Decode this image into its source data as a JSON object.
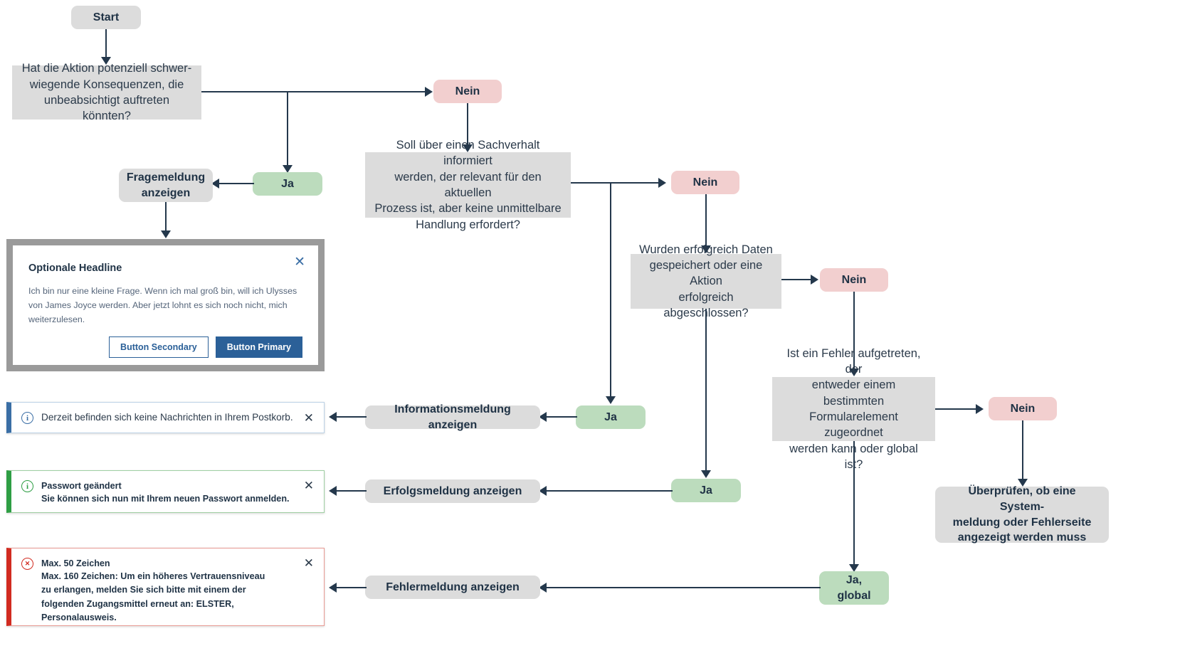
{
  "diagram": {
    "title": "Meldungsarten Entscheidungsbaum",
    "colors": {
      "line": "#24384c",
      "question_box": "#dcdcdc",
      "yes_box": "#bcdcbd",
      "no_box": "#f2cfcf",
      "text": "#1f3245",
      "info_accent": "#3a6ea5",
      "success_accent": "#2e9e44",
      "error_accent": "#d12b20",
      "primary_button": "#2b6098"
    },
    "nodes": {
      "start": "Start",
      "q1": "Hat die Aktion potenziell schwer-\nwiegende Konsequenzen, die\nunbeabsichtigt auftreten könnten?",
      "q1_no": "Nein",
      "q1_yes": "Ja",
      "action_frage": "Fragemeldung\nanzeigen",
      "q2": "Soll über einen Sachverhalt informiert\nwerden, der relevant für den aktuellen\nProzess ist, aber keine unmittelbare\nHandlung erfordert?",
      "q2_no": "Nein",
      "q2_yes": "Ja",
      "action_info": "Informationsmeldung anzeigen",
      "q3": "Wurden erfolgreich Daten\ngespeichert oder eine Aktion\nerfolgreich abgeschlossen?",
      "q3_no": "Nein",
      "q3_yes": "Ja",
      "action_erfolg": "Erfolgsmeldung anzeigen",
      "q4": "Ist ein Fehler aufgetreten, der\nentweder einem bestimmten\nFormularelement zugeordnet\nwerden kann oder global ist?",
      "q4_no": "Nein",
      "q4_yes": "Ja,\nglobal",
      "action_fehler": "Fehlermeldung anzeigen",
      "end_system": "Überprüfen, ob eine System-\nmeldung oder Fehlerseite\nangezeigt werden muss"
    }
  },
  "dialog": {
    "headline": "Optionale Headline",
    "body": "Ich bin nur eine kleine Frage. Wenn ich mal groß bin, will ich Ulysses von James Joyce werden. Aber jetzt lohnt es sich noch nicht, mich weiterzulesen.",
    "close_label": "✕",
    "secondary_button": "Button Secondary",
    "primary_button": "Button Primary"
  },
  "alerts": {
    "info": {
      "icon": "i",
      "message": "Derzeit befinden sich keine Nachrichten in Ihrem Postkorb.",
      "close_label": "✕"
    },
    "success": {
      "icon": "i",
      "title": "Passwort geändert",
      "description": "Sie können sich nun mit Ihrem neuen Passwort anmelden.",
      "close_label": "✕"
    },
    "error": {
      "icon": "✕",
      "title": "Max. 50 Zeichen",
      "description": "Max. 160 Zeichen: Um ein höheres Vertrauensniveau zu erlangen, melden Sie sich bitte mit einem der folgenden Zugangsmittel erneut an: ELSTER, Personalausweis.",
      "close_label": "✕"
    }
  }
}
